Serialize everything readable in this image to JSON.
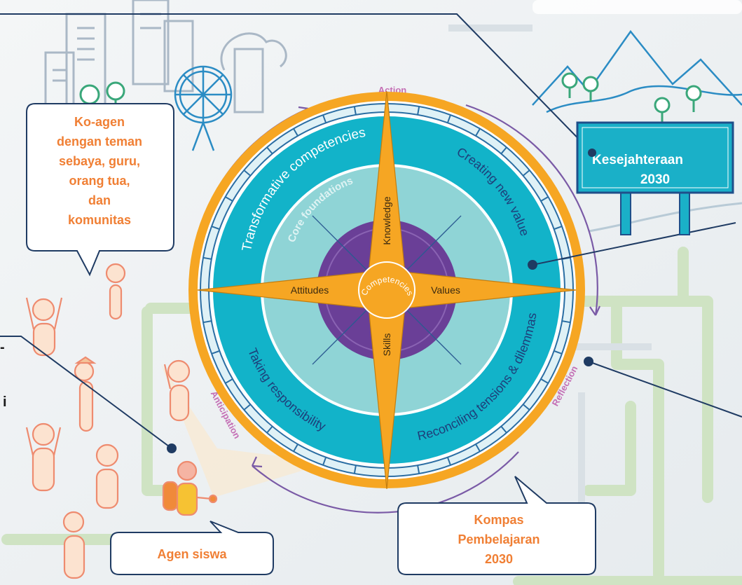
{
  "compass": {
    "center": "Competencies",
    "north": "Knowledge",
    "south": "Skills",
    "west": "Attitudes",
    "east": "Values",
    "core_ring": "Core foundations",
    "transformative": "Transformative competencies",
    "creating": "Creating new value",
    "reconciling": "Reconciling tensions & dilemmas",
    "taking": "Taking responsibility"
  },
  "cycle": {
    "action": "Action",
    "reflection": "Reflection",
    "anticipation": "Anticipation"
  },
  "callouts": {
    "coagency": [
      "Ko-agen",
      "dengan teman",
      "sebaya, guru,",
      "orang tua,",
      "dan",
      "komunitas"
    ],
    "wellbeing": [
      "Kesejahteraan",
      "2030"
    ],
    "student": "Agen siswa",
    "compass_title": [
      "Kompas",
      "Pembelajaran",
      "2030"
    ],
    "left_edge_1": "-",
    "left_edge_2": "i"
  },
  "colors": {
    "orange": "#f6a623",
    "teal": "#12b3c9",
    "light_teal": "#8fd4d6",
    "purple": "#6a3f97",
    "callout_orange": "#f07f34",
    "navy": "#1f3b63",
    "sign_blue": "#1ab0c8"
  }
}
